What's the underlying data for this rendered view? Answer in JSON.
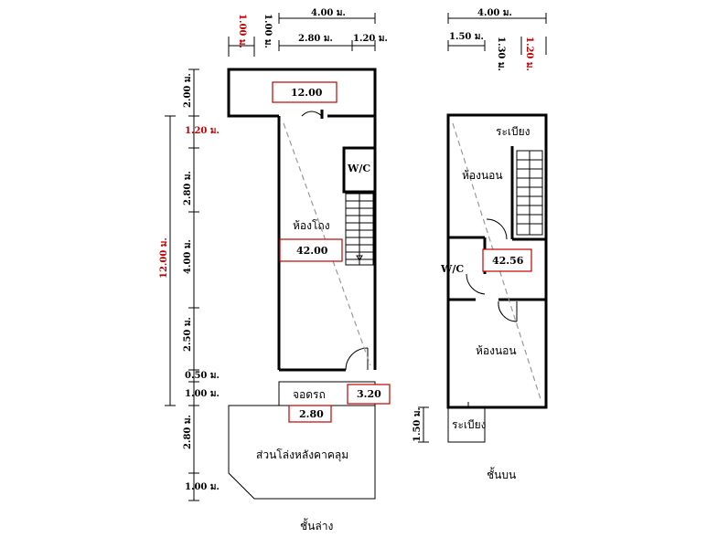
{
  "dimensions": {
    "top_total_left": "4.00 ม.",
    "top_sub_280": "2.80 ม.",
    "top_sub_120": "1.20 ม.",
    "top_v_100a": "1.00 ม.",
    "top_v_100b": "1.00 ม.",
    "top_total_right": "4.00 ม.",
    "top_r_150": "1.50 ม.",
    "top_r_130": "1.30 ม.",
    "top_r_120": "1.20 ม.",
    "side_200": "2.00 ม.",
    "side_120": "1.20 ม.",
    "side_280": "2.80 ม.",
    "side_400": "4.00 ม.",
    "side_250": "2.50 ม.",
    "side_050": "0.50 ม.",
    "side_100a": "1.00 ม.",
    "side_280b": "2.80 ม.",
    "side_100b": "1.00 ม.",
    "side_total": "12.00 ม.",
    "side_r_150": "1.50 ม."
  },
  "areas": {
    "front_roof": "12.00",
    "living": "42.00",
    "parking_side": "3.20",
    "parking_front": "2.80",
    "upper": "42.56"
  },
  "rooms": {
    "wc_lower": "W/C",
    "living": "ห้องโถง",
    "parking": "จอดรถ",
    "back_roof": "ส่วนโล่งหลังคาคลุม",
    "balcony_top": "ระเบียง",
    "bedroom_top": "ห้องนอน",
    "wc_upper": "W/C",
    "bedroom_bottom": "ห้องนอน",
    "balcony_bottom": "ระเบียง"
  },
  "floors": {
    "lower": "ชั้นล่าง",
    "upper": "ชั้นบน"
  }
}
